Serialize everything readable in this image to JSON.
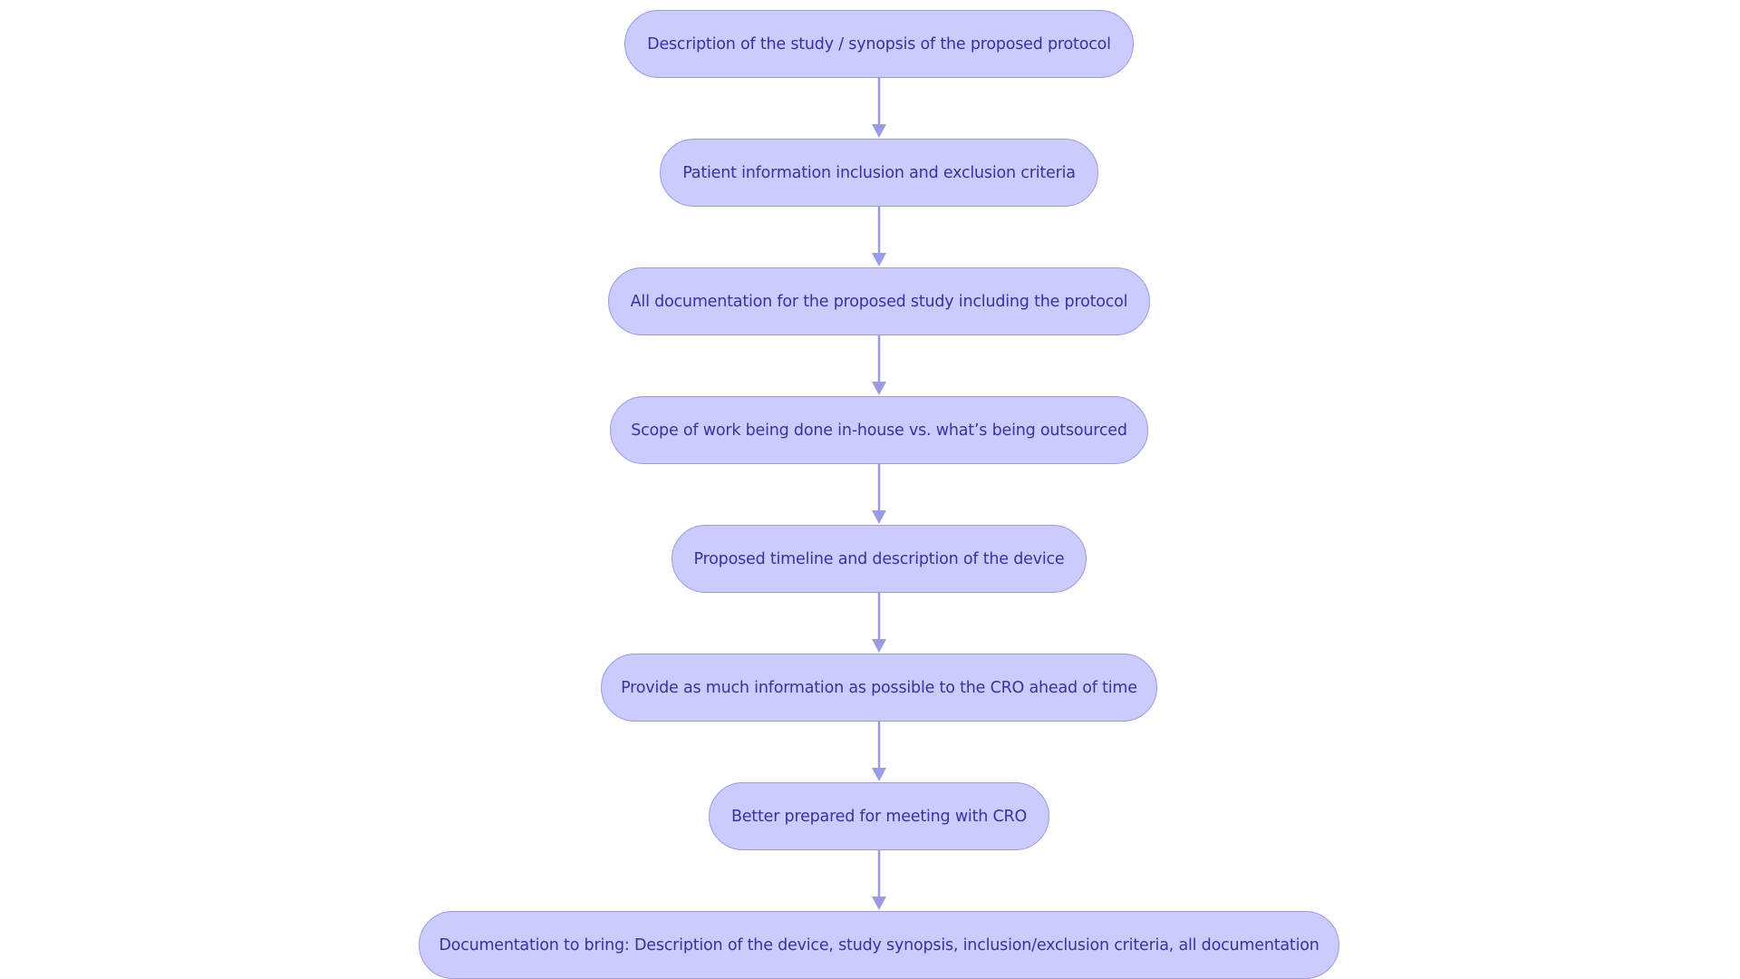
{
  "diagram": {
    "type": "flowchart",
    "direction": "top-to-bottom",
    "colors": {
      "node_fill": "#cccbfd",
      "node_border": "#9b9be3",
      "node_text": "#3534a0",
      "edge": "#9b9be3",
      "background": "#ffffff"
    },
    "nodes": [
      {
        "id": "n1",
        "label": "Description of the study / synopsis of the proposed protocol"
      },
      {
        "id": "n2",
        "label": "Patient information inclusion and exclusion criteria"
      },
      {
        "id": "n3",
        "label": "All documentation for the proposed study including the protocol"
      },
      {
        "id": "n4",
        "label": "Scope of work being done in-house vs. what’s being outsourced"
      },
      {
        "id": "n5",
        "label": "Proposed timeline and description of the device"
      },
      {
        "id": "n6",
        "label": "Provide as much information as possible to the CRO ahead of time"
      },
      {
        "id": "n7",
        "label": "Better prepared for meeting with CRO"
      },
      {
        "id": "n8",
        "label": "Documentation to bring: Description of the device, study synopsis, inclusion/exclusion criteria, all documentation"
      }
    ],
    "edges": [
      {
        "from": "n1",
        "to": "n2"
      },
      {
        "from": "n2",
        "to": "n3"
      },
      {
        "from": "n3",
        "to": "n4"
      },
      {
        "from": "n4",
        "to": "n5"
      },
      {
        "from": "n5",
        "to": "n6"
      },
      {
        "from": "n6",
        "to": "n7"
      },
      {
        "from": "n7",
        "to": "n8"
      }
    ]
  }
}
